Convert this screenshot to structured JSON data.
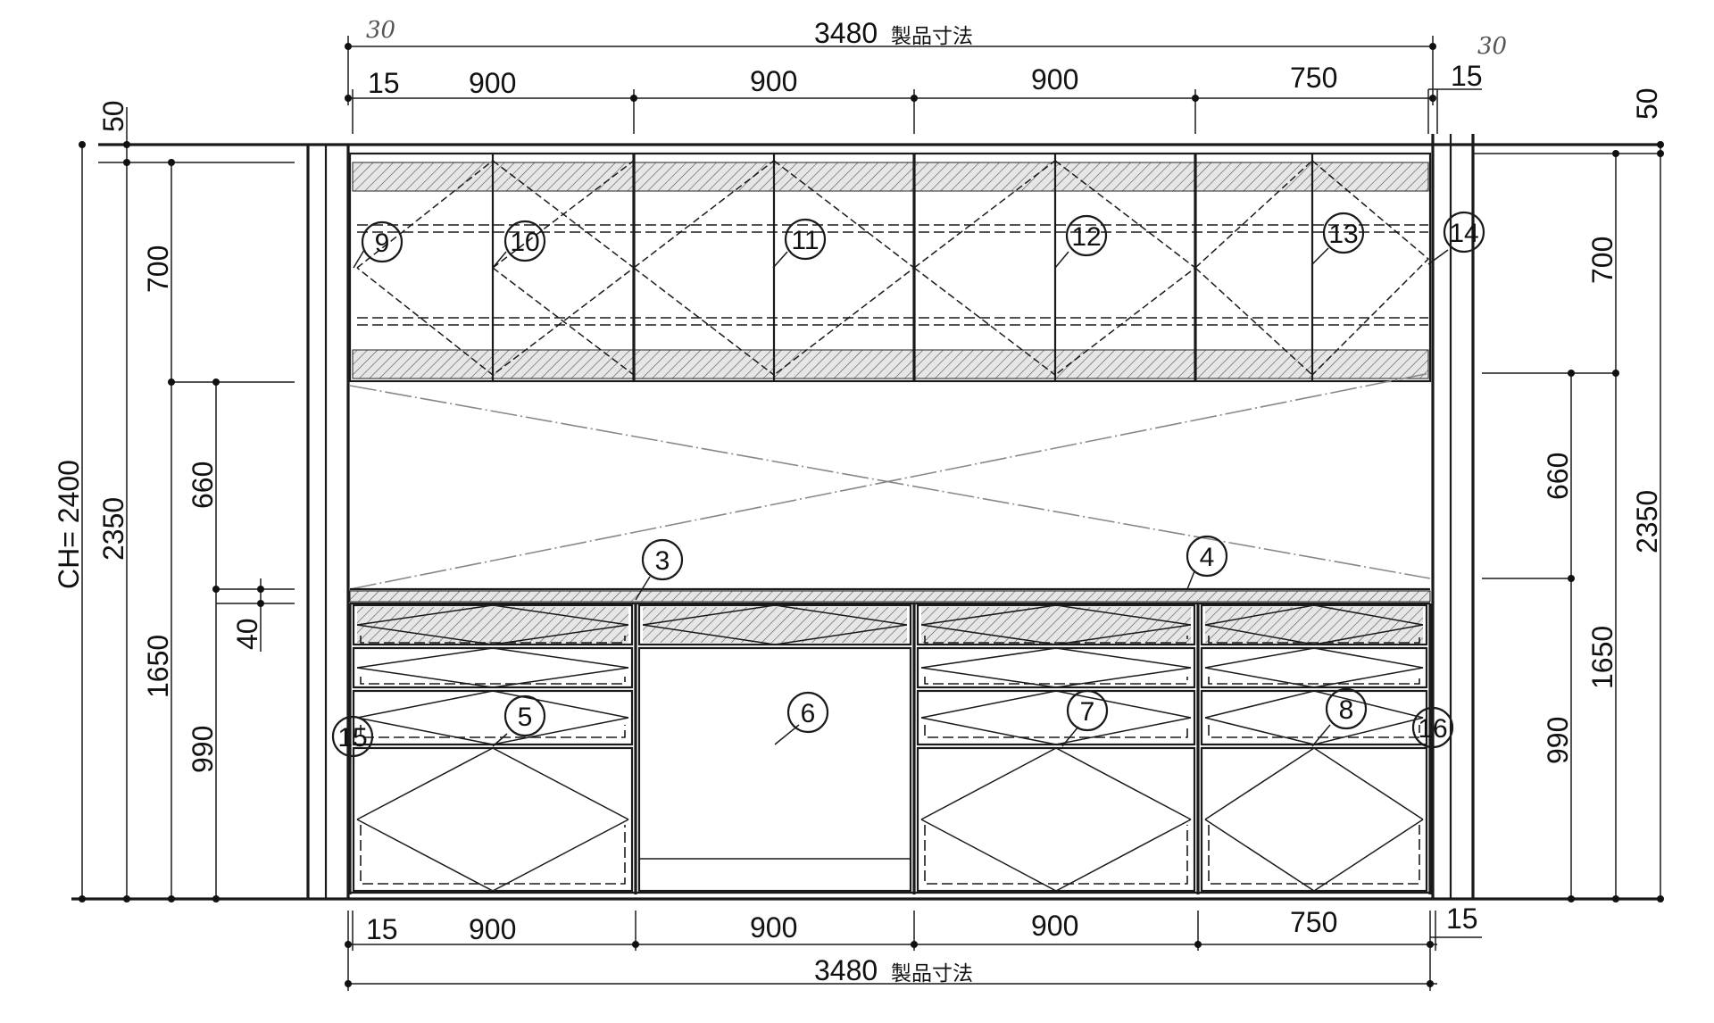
{
  "top": {
    "overall": "3480",
    "overall_label": "製品寸法",
    "edge_left": "15",
    "edge_right": "15",
    "segments": [
      "900",
      "900",
      "900",
      "750"
    ],
    "hand_left": "30",
    "hand_right": "30"
  },
  "bottom": {
    "overall": "3480",
    "overall_label": "製品寸法",
    "edge_left": "15",
    "edge_right": "15",
    "segments": [
      "900",
      "900",
      "900",
      "750"
    ]
  },
  "left": {
    "top_gap": "50",
    "ceiling": "CH= 2400",
    "total": "2350",
    "upper": "700",
    "middle": "660",
    "counter_top": "40",
    "lower_total": "1650",
    "lower": "990"
  },
  "right": {
    "top_gap": "50",
    "upper": "700",
    "total": "2350",
    "middle": "660",
    "lower_total": "1650",
    "lower": "990"
  },
  "tags": [
    "3",
    "4",
    "5",
    "6",
    "7",
    "8",
    "9",
    "10",
    "11",
    "12",
    "13",
    "14",
    "15",
    "16"
  ]
}
